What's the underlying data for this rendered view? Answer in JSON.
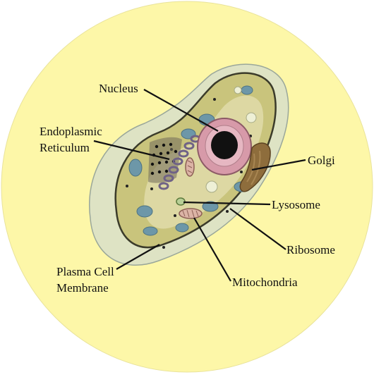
{
  "diagram": {
    "labels": {
      "nucleus": "Nucleus",
      "er_line1": "Endoplasmic",
      "er_line2": "Reticulum",
      "golgi": "Golgi",
      "lysosome": "Lysosome",
      "ribosome": "Ribosome",
      "membrane_line1": "Plasma Cell",
      "membrane_line2": "Membrane",
      "mitochondria": "Mitochondria"
    },
    "colors": {
      "sticker_background": "#fdf7a8",
      "cytoplasm": "#c9c47c",
      "nucleus_envelope": "#d79aa9",
      "nucleolus": "#111111",
      "golgi": "#8e6d3c",
      "vacuole": "#6d97a8",
      "membrane_halo": "#cfd8c8"
    }
  }
}
